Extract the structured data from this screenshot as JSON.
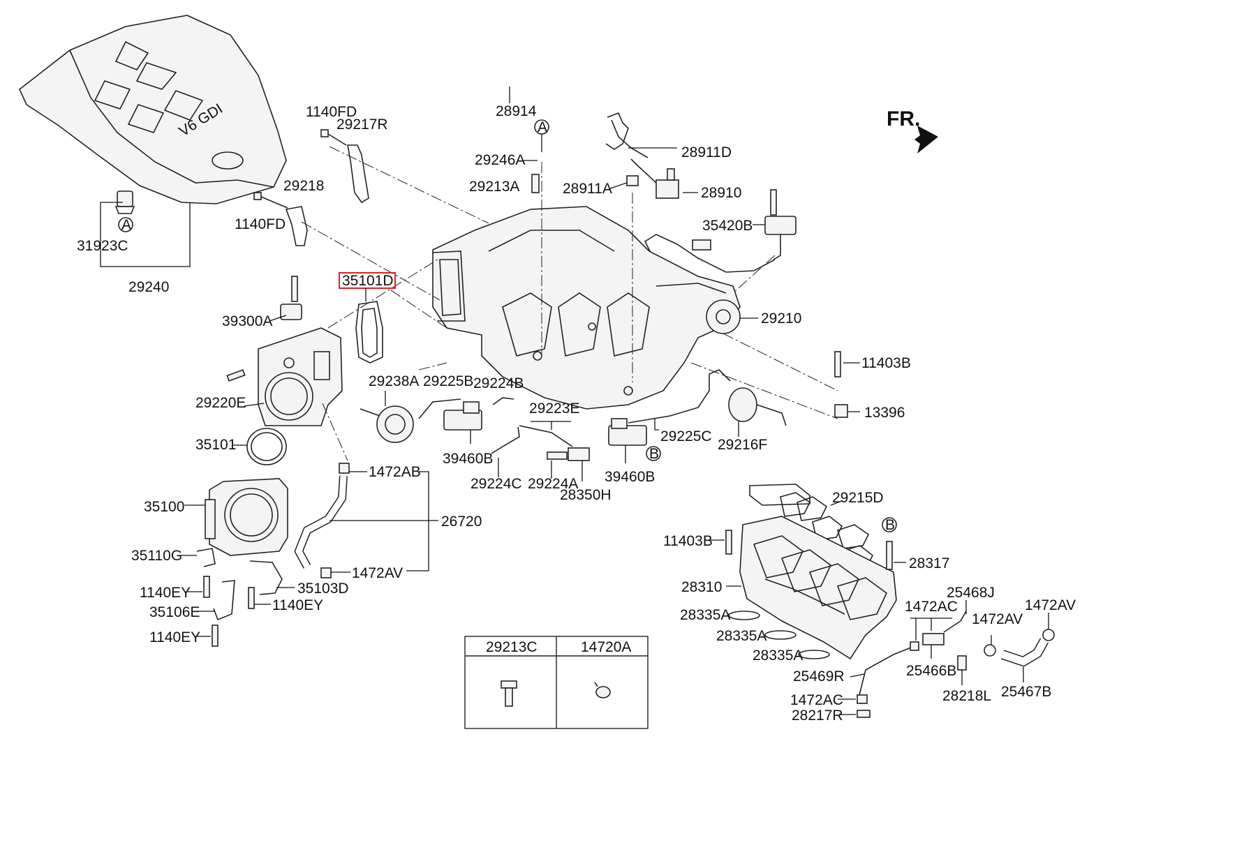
{
  "direction": {
    "label": "FR."
  },
  "callouts": {
    "A": "A",
    "B": "B"
  },
  "labels": {
    "p28914": "28914",
    "p1140FD_1": "1140FD",
    "p29217R": "29217R",
    "p29246A": "29246A",
    "p28911D": "28911D",
    "p29213A": "29213A",
    "p28911A": "28911A",
    "p28910": "28910",
    "p29218": "29218",
    "p1140FD_2": "1140FD",
    "p35420B": "35420B",
    "p31923C": "31923C",
    "p29240": "29240",
    "p35101D": "35101D",
    "p39300A": "39300A",
    "p29210": "29210",
    "p11403B_1": "11403B",
    "p29238A": "29238A",
    "p29225B": "29225B",
    "p29224B": "29224B",
    "p29220E": "29220E",
    "p29223E": "29223E",
    "p13396": "13396",
    "p35101": "35101",
    "p29225C": "29225C",
    "p39460B_1": "39460B",
    "p29216F": "29216F",
    "p29224C": "29224C",
    "p29224A": "29224A",
    "p39460B_2": "39460B",
    "p1472AB": "1472AB",
    "p28350H": "28350H",
    "p35100": "35100",
    "p29215D": "29215D",
    "p26720": "26720",
    "p11403B_2": "11403B",
    "p35110G": "35110G",
    "p28317": "28317",
    "p1472AV_1": "1472AV",
    "p1140EY_1": "1140EY",
    "p35103D": "35103D",
    "p28310": "28310",
    "p25468J": "25468J",
    "p1472AC_1": "1472AC",
    "p1472AV_2": "1472AV",
    "p1472AV_3": "1472AV",
    "p1140EY_2": "1140EY",
    "p35106E": "35106E",
    "p28335A_1": "28335A",
    "p1140EY_3": "1140EY",
    "p28335A_2": "28335A",
    "p28335A_3": "28335A",
    "p25466B": "25466B",
    "p25469R": "25469R",
    "p25467B": "25467B",
    "p28218L": "28218L",
    "p1472AC_2": "1472AC",
    "p28217R": "28217R"
  },
  "legend_table": {
    "col1_header": "29213C",
    "col2_header": "14720A"
  },
  "engine_cover_text": "V6 GDI",
  "highlight_color": "#e02020"
}
